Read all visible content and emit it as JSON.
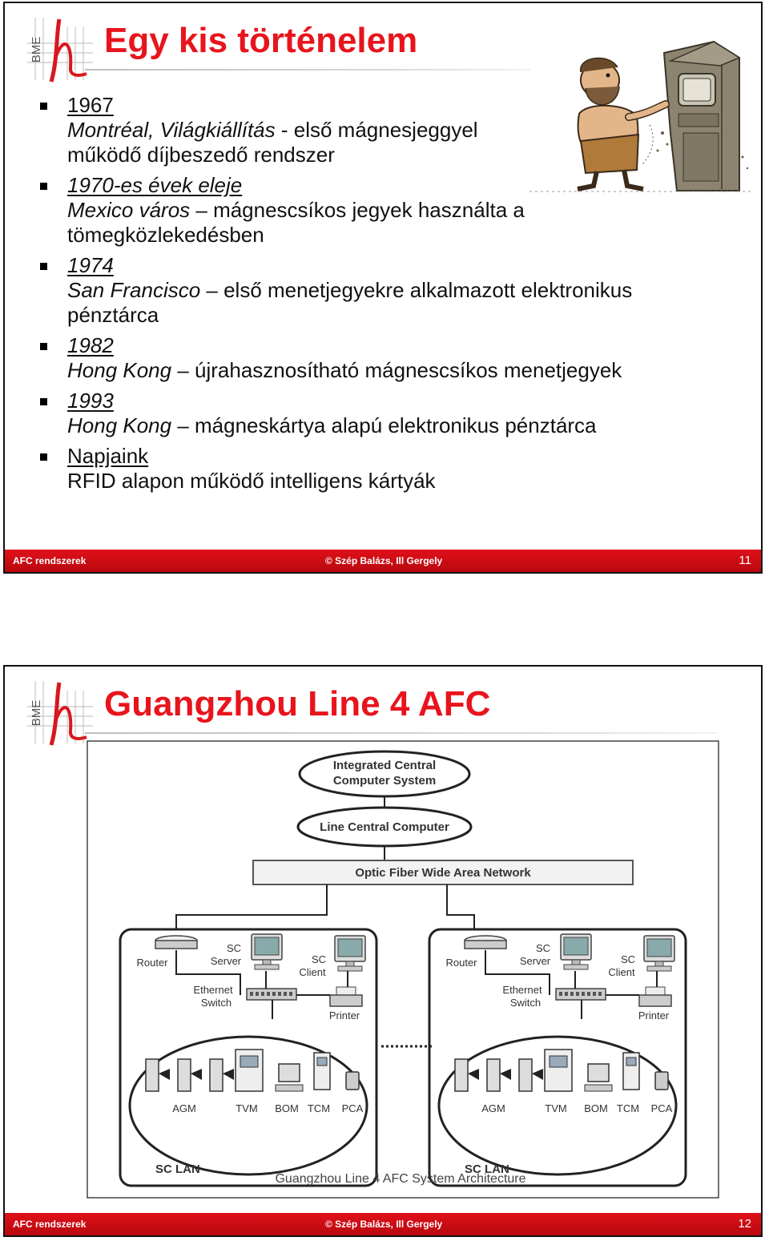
{
  "slide1": {
    "title": "Egy kis történelem",
    "logo_text": "BME",
    "items": [
      {
        "year": "1967",
        "lines": [
          [
            {
              "t": "Montréal, Világkiállítás",
              "i": true
            },
            {
              "t": " - első mágnesjeggyel",
              "i": false
            }
          ],
          [
            {
              "t": "működő díjbeszedő rendszer",
              "i": false
            }
          ]
        ]
      },
      {
        "year": "1970-es évek eleje",
        "lines": [
          [
            {
              "t": "Mexico város",
              "i": true
            },
            {
              "t": " – mágnescsíkos jegyek használta a",
              "i": false
            }
          ],
          [
            {
              "t": "tömegközlekedésben",
              "i": false
            }
          ]
        ]
      },
      {
        "year": "1974",
        "lines": [
          [
            {
              "t": "San Francisco",
              "i": true
            },
            {
              "t": " – első menetjegyekre alkalmazott elektronikus",
              "i": false
            }
          ],
          [
            {
              "t": "pénztárca",
              "i": false
            }
          ]
        ]
      },
      {
        "year": "1982",
        "lines": [
          [
            {
              "t": "Hong Kong",
              "i": true
            },
            {
              "t": " – újrahasznosítható mágnescsíkos menetjegyek",
              "i": false
            }
          ]
        ]
      },
      {
        "year": "1993",
        "lines": [
          [
            {
              "t": "Hong Kong",
              "i": true
            },
            {
              "t": " – mágneskártya alapú elektronikus pénztárca",
              "i": false
            }
          ]
        ]
      },
      {
        "year": "Napjaink",
        "year_italic": false,
        "lines": [
          [
            {
              "t": "RFID alapon működő intelligens kártyák",
              "i": false
            }
          ]
        ]
      }
    ],
    "footer": {
      "left": "AFC rendszerek",
      "center": "© Szép Balázs, Ill Gergely",
      "page": "11"
    }
  },
  "slide2": {
    "title": "Guangzhou Line 4 AFC",
    "logo_text": "BME",
    "diagram": {
      "top_ellipse": [
        "Integrated Central",
        "Computer System"
      ],
      "line_ellipse": "Line Central Computer",
      "network_bar": "Optic Fiber Wide Area Network",
      "station": {
        "router": "Router",
        "sc_server": [
          "SC",
          "Server"
        ],
        "sc_client": [
          "SC",
          "Client"
        ],
        "switch": [
          "Ethernet",
          "Switch"
        ],
        "printer": "Printer",
        "devices": [
          "AGM",
          "TVM",
          "BOM",
          "TCM",
          "PCA"
        ],
        "lan": "SC LAN"
      },
      "caption": "Guangzhou Line 4 AFC System Architecture"
    },
    "footer": {
      "left": "AFC rendszerek",
      "center": "© Szép Balázs, Ill Gergely",
      "page": "12"
    }
  }
}
